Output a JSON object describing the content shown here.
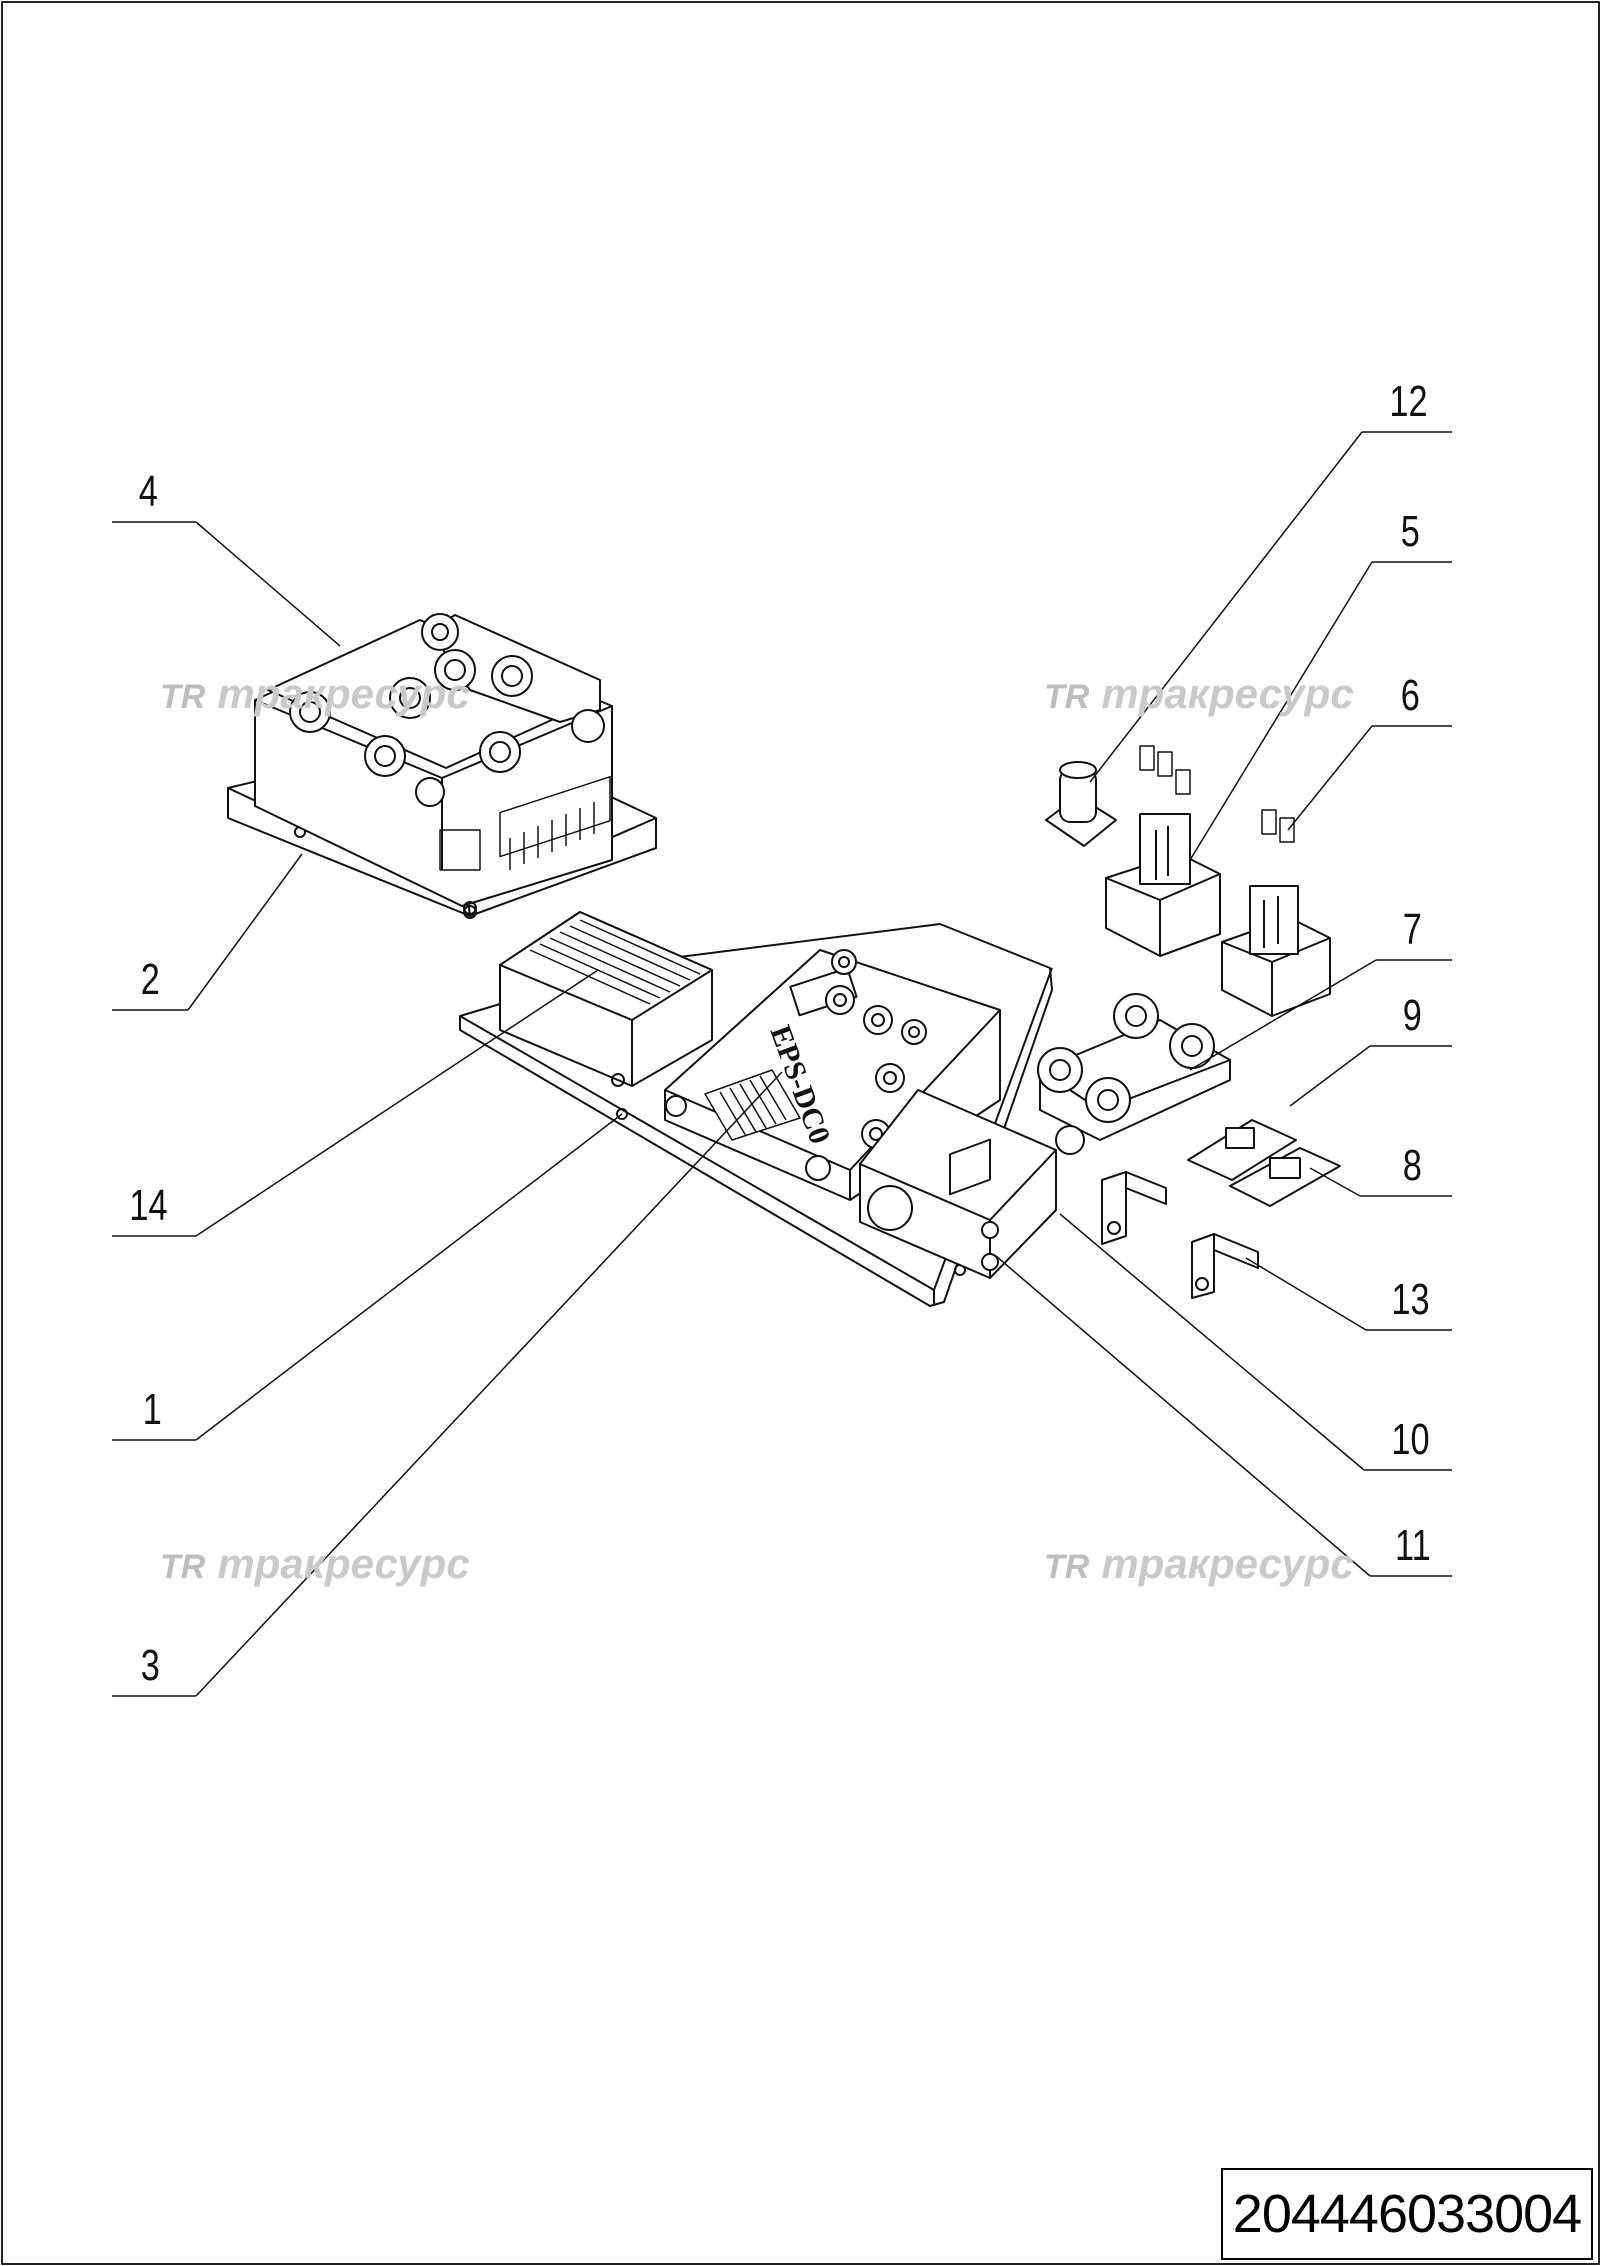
{
  "drawing": {
    "document_number": "204446033004",
    "watermark_text": "трaкресурс",
    "watermark_logo": "TR",
    "callouts": {
      "c1": "1",
      "c2": "2",
      "c3": "3",
      "c4": "4",
      "c5": "5",
      "c6": "6",
      "c7": "7",
      "c8": "8",
      "c9": "9",
      "c10": "10",
      "c11": "11",
      "c12": "12",
      "c13": "13",
      "c14": "14"
    },
    "board_label": "EPS-DC0"
  }
}
